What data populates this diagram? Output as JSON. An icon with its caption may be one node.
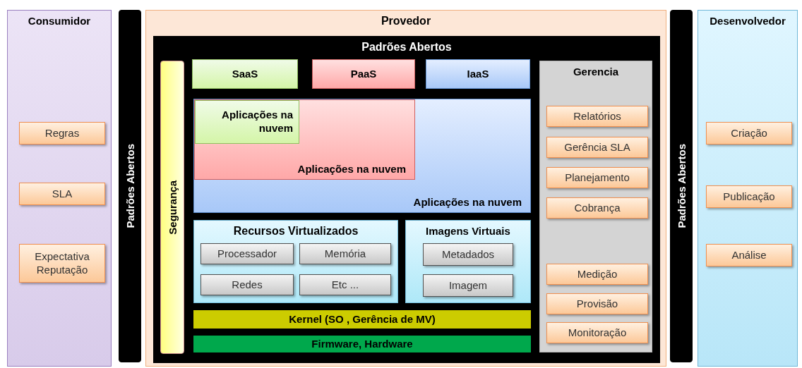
{
  "diagram": {
    "nodes": [
      {
        "text": [
          "Consumidor"
        ]
      },
      {
        "text": [
          "Regras"
        ],
        "in": 0
      },
      {
        "text": [
          "SLA"
        ],
        "in": 0
      },
      {
        "text": [
          "Expectativa Reputação"
        ],
        "in": 0
      },
      {
        "text": [
          "Padrões Abertos"
        ]
      },
      {
        "text": [
          "Provedor"
        ]
      },
      {
        "text": [
          "Padrões Abertos"
        ],
        "in": 5
      },
      {
        "text": [
          "Segurança"
        ],
        "in": 6
      },
      {
        "text": [
          "SaaS"
        ],
        "in": 6
      },
      {
        "text": [
          "PaaS"
        ],
        "in": 6
      },
      {
        "text": [
          "IaaS"
        ],
        "in": 6
      },
      {
        "text": [
          "Aplicações na nuvem"
        ],
        "in": 6
      },
      {
        "text": [
          "Aplicações na nuvem"
        ],
        "in": 11
      },
      {
        "text": [
          "Aplicações na nuvem"
        ],
        "in": 12
      },
      {
        "text": [
          "Recursos Virtualizados"
        ],
        "in": 6
      },
      {
        "text": [
          "Processador"
        ],
        "in": 14
      },
      {
        "text": [
          "Memória"
        ],
        "in": 14
      },
      {
        "text": [
          "Redes"
        ],
        "in": 14
      },
      {
        "text": [
          "Etc ..."
        ],
        "in": 14
      },
      {
        "text": [
          "Imagens Virtuais"
        ],
        "in": 6
      },
      {
        "text": [
          "Metadados"
        ],
        "in": 19
      },
      {
        "text": [
          "Imagem"
        ],
        "in": 19
      },
      {
        "text": [
          "Kernel (SO , Gerência de MV)"
        ],
        "in": 6
      },
      {
        "text": [
          "Firmware, Hardware"
        ],
        "in": 6
      },
      {
        "text": [
          "Gerencia"
        ],
        "in": 6
      },
      {
        "text": [
          "Relatórios"
        ],
        "in": 24
      },
      {
        "text": [
          "Gerência SLA"
        ],
        "in": 24
      },
      {
        "text": [
          "Planejamento"
        ],
        "in": 24
      },
      {
        "text": [
          "Cobrança"
        ],
        "in": 24
      },
      {
        "text": [
          "Medição"
        ],
        "in": 24
      },
      {
        "text": [
          "Provisão"
        ],
        "in": 24
      },
      {
        "text": [
          "Monitoração"
        ],
        "in": 24
      },
      {
        "text": [
          "Padrões Abertos"
        ]
      },
      {
        "text": [
          "Desenvolvedor"
        ]
      },
      {
        "text": [
          "Criação"
        ],
        "in": 33
      },
      {
        "text": [
          "Publicação"
        ],
        "in": 33
      },
      {
        "text": [
          "Análise"
        ],
        "in": 33
      }
    ]
  }
}
